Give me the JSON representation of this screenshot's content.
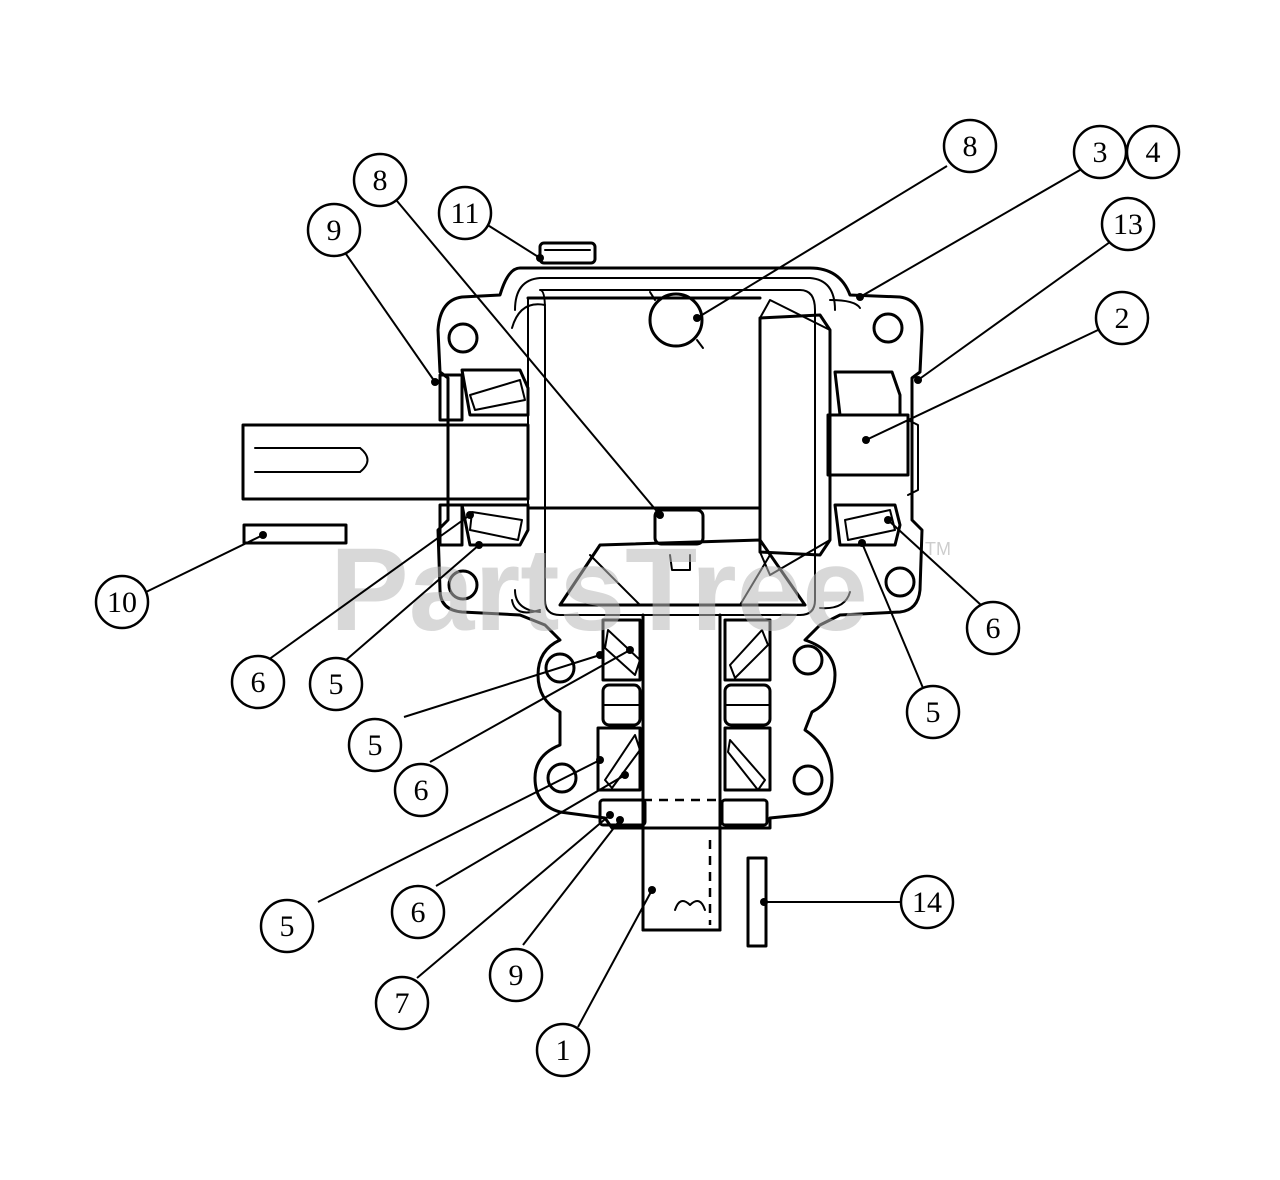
{
  "watermark": {
    "text": "PartsTree",
    "trademark": "TM"
  },
  "callouts": [
    {
      "id": "c8a",
      "label": "8"
    },
    {
      "id": "c8b",
      "label": "8"
    },
    {
      "id": "c3",
      "label": "3"
    },
    {
      "id": "c4",
      "label": "4"
    },
    {
      "id": "c11",
      "label": "11"
    },
    {
      "id": "c9a",
      "label": "9"
    },
    {
      "id": "c13",
      "label": "13"
    },
    {
      "id": "c2",
      "label": "2"
    },
    {
      "id": "c10",
      "label": "10"
    },
    {
      "id": "c6a",
      "label": "6"
    },
    {
      "id": "c5a",
      "label": "5"
    },
    {
      "id": "c6b",
      "label": "6"
    },
    {
      "id": "c5b",
      "label": "5"
    },
    {
      "id": "c5c",
      "label": "5"
    },
    {
      "id": "c6c",
      "label": "6"
    },
    {
      "id": "c5d",
      "label": "5"
    },
    {
      "id": "c6d",
      "label": "6"
    },
    {
      "id": "c7",
      "label": "7"
    },
    {
      "id": "c9b",
      "label": "9"
    },
    {
      "id": "c1",
      "label": "1"
    },
    {
      "id": "c14",
      "label": "14"
    }
  ]
}
